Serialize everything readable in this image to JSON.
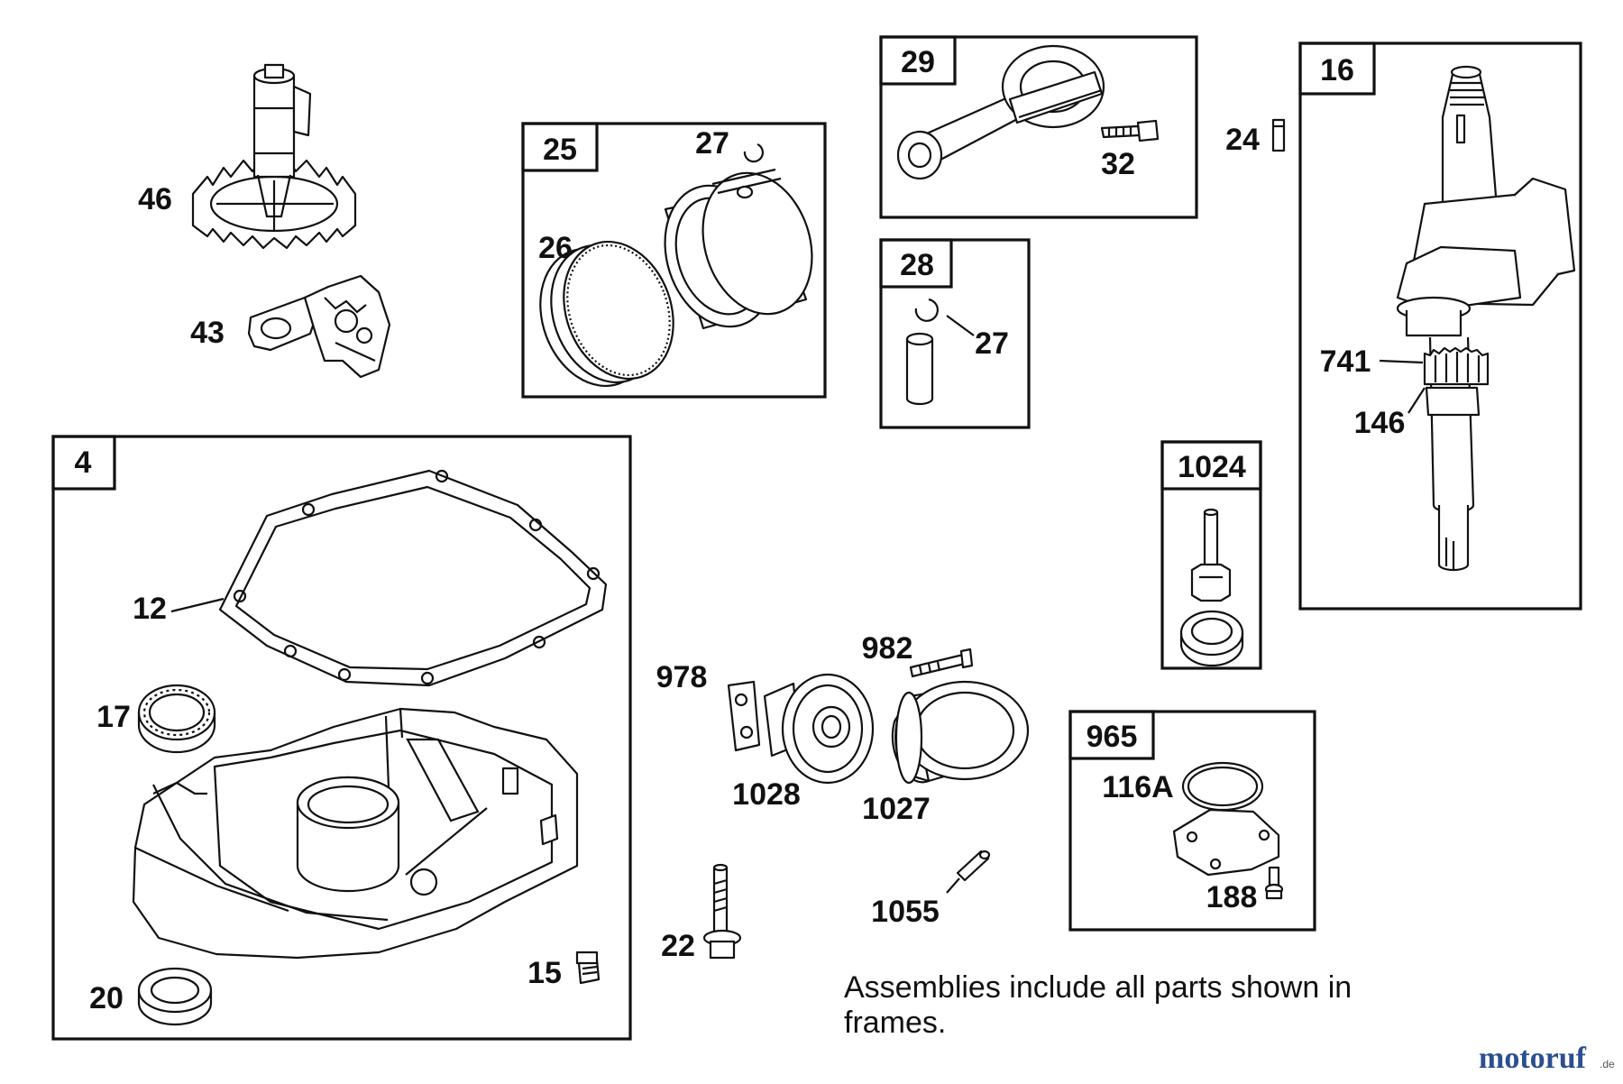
{
  "frames": {
    "f29": "29",
    "f25": "25",
    "f28": "28",
    "f16": "16",
    "f4": "4",
    "f1024": "1024",
    "f965": "965"
  },
  "labels": {
    "p46": "46",
    "p43": "43",
    "p27a": "27",
    "p26": "26",
    "p32": "32",
    "p27b": "27",
    "p24": "24",
    "p741": "741",
    "p146": "146",
    "p12": "12",
    "p17": "17",
    "p15": "15",
    "p20": "20",
    "p978": "978",
    "p982": "982",
    "p1028": "1028",
    "p1027": "1027",
    "p1055": "1055",
    "p22": "22",
    "p116A": "116A",
    "p188": "188"
  },
  "note": {
    "line1": "Assemblies include all parts shown in",
    "line2": "frames."
  },
  "watermark": {
    "text": "motoruf",
    "suffix": ".de"
  },
  "colors": {
    "line": "#111111",
    "background": "#ffffff",
    "watermark_primary": "#2b4f8f",
    "watermark_accent": "#8db13c"
  }
}
